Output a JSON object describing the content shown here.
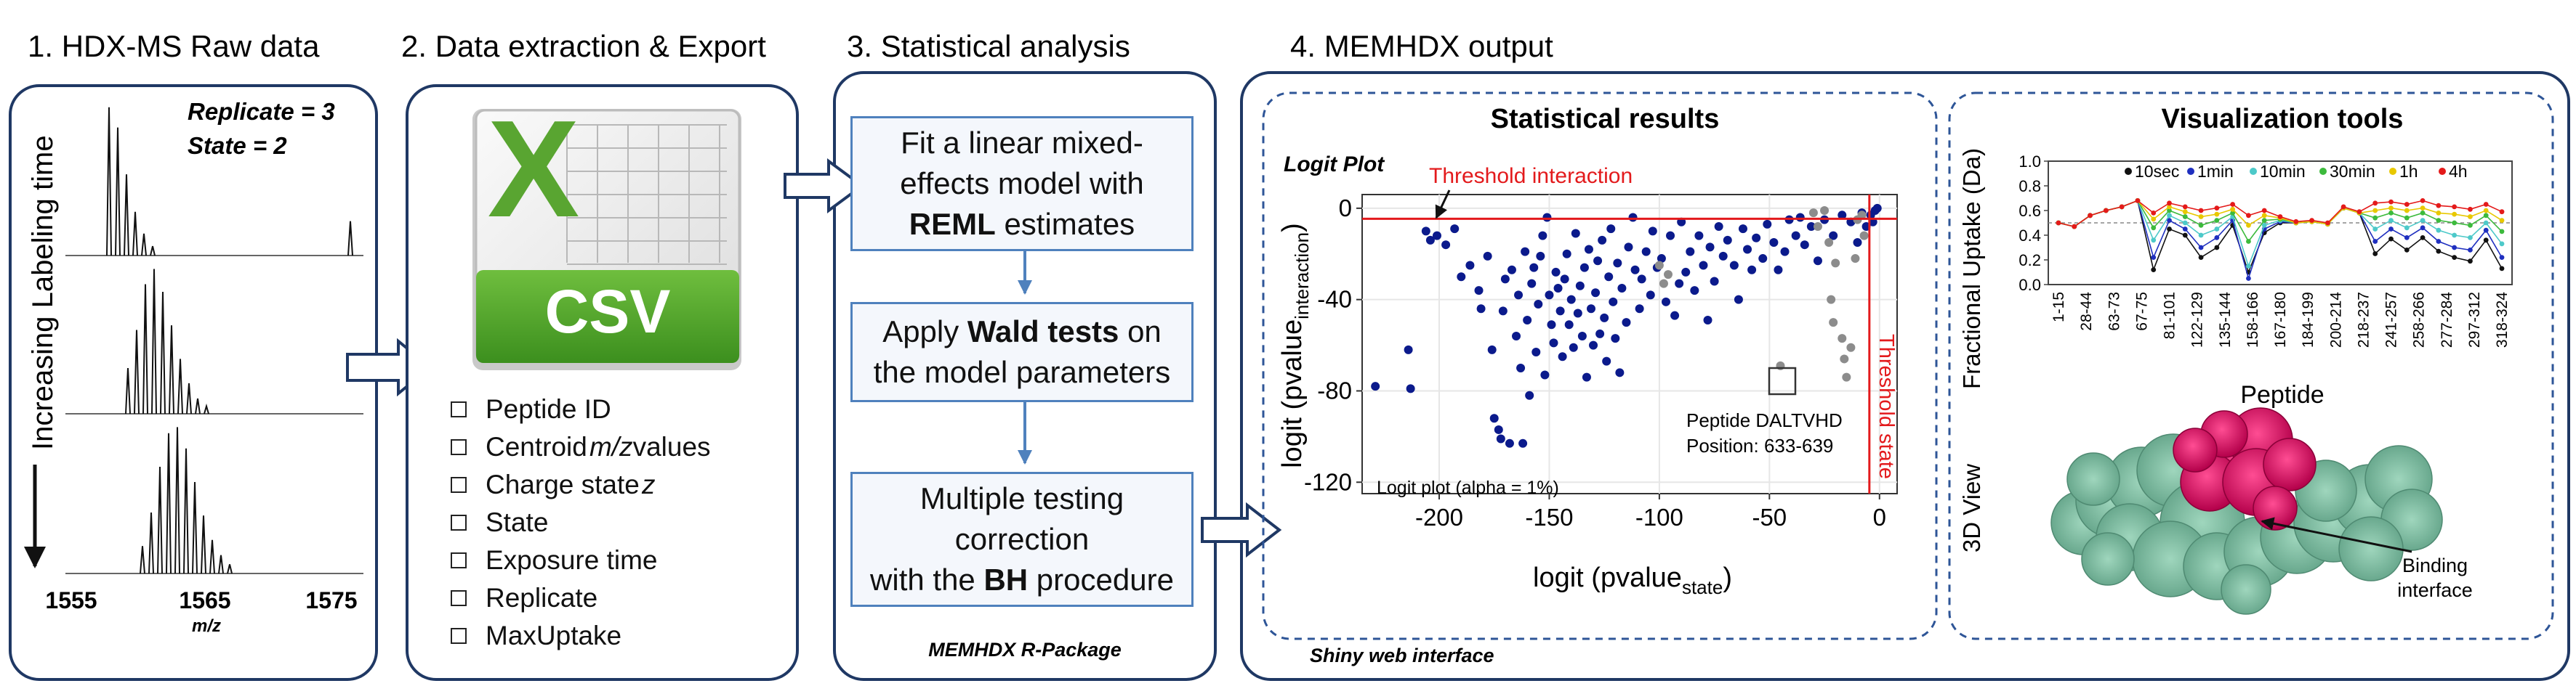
{
  "panel1": {
    "title": "1. HDX-MS Raw data",
    "replicate": "Replicate = 3",
    "state": "State = 2",
    "time_axis": "Increasing Labeling time",
    "ticks": [
      "1555",
      "1565",
      "1575"
    ],
    "xlabel": "m/z"
  },
  "panel2": {
    "title": "2. Data extraction & Export",
    "csv": "CSV",
    "fields": [
      {
        "pre": "Peptide ID",
        "it": "",
        "post": ""
      },
      {
        "pre": "Centroid ",
        "it": "m/z",
        "post": " values"
      },
      {
        "pre": "Charge state ",
        "it": "z",
        "post": ""
      },
      {
        "pre": "State",
        "it": "",
        "post": ""
      },
      {
        "pre": "Exposure time",
        "it": "",
        "post": ""
      },
      {
        "pre": "Replicate",
        "it": "",
        "post": ""
      },
      {
        "pre": "MaxUptake",
        "it": "",
        "post": ""
      }
    ]
  },
  "panel3": {
    "title": "3. Statistical analysis",
    "step1": {
      "line1": "Fit a linear mixed-",
      "line2": "effects model with",
      "bold": "REML",
      "after": " estimates"
    },
    "step2": {
      "before": "Apply ",
      "bold": "Wald tests",
      "after": " on",
      "line2": "the model parameters"
    },
    "step3": {
      "line1": "Multiple testing",
      "line2": "correction",
      "before": "with the ",
      "bold": "BH",
      "after": " procedure"
    },
    "footer": "MEMHDX R-Package"
  },
  "panel4": {
    "title": "4. MEMHDX output",
    "footer": "Shiny web interface",
    "stats_title": "Statistical results",
    "viz_title": "Visualization tools"
  },
  "logit_plot": {
    "label": "Logit Plot",
    "threshold_interaction": "Threshold interaction",
    "threshold_state": "Threshold state",
    "peptide_name": "Peptide DALTVHD",
    "peptide_pos": "Position: 633-639",
    "alpha_note": "Logit plot (alpha = 1%)",
    "xlabel_main": "logit (pvalue",
    "xlabel_sub": "state",
    "ylabel_main": "logit (pvalue",
    "ylabel_sub": "interaction",
    "xticks": [
      "-200",
      "-150",
      "-100",
      "-50",
      "0"
    ],
    "yticks": [
      "0",
      "-40",
      "-80",
      "-120"
    ]
  },
  "uptake_plot": {
    "ylabel": "Fractional Uptake (Da)",
    "xlabel": "Peptide",
    "yticks": [
      "1.0",
      "0.8",
      "0.6",
      "0.4",
      "0.2",
      "0.0"
    ],
    "peptides": [
      "1-15",
      "28-44",
      "63-73",
      "67-75",
      "81-101",
      "122-129",
      "135-144",
      "158-166",
      "167-180",
      "184-199",
      "200-214",
      "218-237",
      "241-257",
      "258-266",
      "277-284",
      "297-312",
      "318-324"
    ]
  },
  "view3d": {
    "label": "3D View",
    "binding_line1": "Binding",
    "binding_line2": "interface"
  },
  "chart_data": [
    {
      "type": "scatter",
      "title": "Logit Plot",
      "xlabel": "logit (pvalue state)",
      "ylabel": "logit (pvalue interaction)",
      "xlim": [
        -235,
        8
      ],
      "ylim": [
        -125,
        6
      ],
      "thresholds": {
        "x": -4.6,
        "y": -4.6
      },
      "series": [
        {
          "color": "#0b1a8c",
          "points": [
            [
              -229,
              -78
            ],
            [
              -214,
              -62
            ],
            [
              -213,
              -79
            ],
            [
              -206,
              -10
            ],
            [
              -204,
              -14
            ],
            [
              -201,
              -12
            ],
            [
              -197,
              -16
            ],
            [
              -193,
              -9
            ],
            [
              -190,
              -30
            ],
            [
              -186,
              -25
            ],
            [
              -182,
              -36
            ],
            [
              -181,
              -44
            ],
            [
              -178,
              -21
            ],
            [
              -176,
              -62
            ],
            [
              -175,
              -92
            ],
            [
              -173,
              -97
            ],
            [
              -172,
              -101
            ],
            [
              -171,
              -45
            ],
            [
              -170,
              -31
            ],
            [
              -168,
              -103
            ],
            [
              -167,
              -27
            ],
            [
              -165,
              -56
            ],
            [
              -164,
              -38
            ],
            [
              -163,
              -70
            ],
            [
              -162,
              -103
            ],
            [
              -161,
              -19
            ],
            [
              -160,
              -49
            ],
            [
              -159,
              -82
            ],
            [
              -158,
              -33
            ],
            [
              -157,
              -26
            ],
            [
              -156,
              -63
            ],
            [
              -155,
              -42
            ],
            [
              -154,
              -21
            ],
            [
              -153,
              -12
            ],
            [
              -152,
              -73
            ],
            [
              -151,
              -4
            ],
            [
              -150,
              -38
            ],
            [
              -149,
              -51
            ],
            [
              -148,
              -59
            ],
            [
              -147,
              -28
            ],
            [
              -146,
              -35
            ],
            [
              -145,
              -45
            ],
            [
              -144,
              -65
            ],
            [
              -143,
              -31
            ],
            [
              -142,
              -20
            ],
            [
              -141,
              -51
            ],
            [
              -140,
              -40
            ],
            [
              -139,
              -61
            ],
            [
              -138,
              -11
            ],
            [
              -137,
              -46
            ],
            [
              -136,
              -34
            ],
            [
              -135,
              -56
            ],
            [
              -134,
              -26
            ],
            [
              -133,
              -74
            ],
            [
              -132,
              -18
            ],
            [
              -131,
              -44
            ],
            [
              -130,
              -60
            ],
            [
              -129,
              -37
            ],
            [
              -128,
              -23
            ],
            [
              -127,
              -55
            ],
            [
              -126,
              -14
            ],
            [
              -125,
              -48
            ],
            [
              -124,
              -67
            ],
            [
              -123,
              -30
            ],
            [
              -122,
              -9
            ],
            [
              -121,
              -41
            ],
            [
              -120,
              -57
            ],
            [
              -119,
              -24
            ],
            [
              -118,
              -72
            ],
            [
              -117,
              -35
            ],
            [
              -115,
              -50
            ],
            [
              -114,
              -17
            ],
            [
              -112,
              -4
            ],
            [
              -111,
              -27
            ],
            [
              -109,
              -44
            ],
            [
              -108,
              -31
            ],
            [
              -106,
              -19
            ],
            [
              -104,
              -38
            ],
            [
              -103,
              -10
            ],
            [
              -101,
              -26
            ],
            [
              -99,
              -22
            ],
            [
              -97,
              -41
            ],
            [
              -95,
              -12
            ],
            [
              -93,
              -47
            ],
            [
              -91,
              -33
            ],
            [
              -90,
              -6
            ],
            [
              -88,
              -28
            ],
            [
              -86,
              -19
            ],
            [
              -84,
              -36
            ],
            [
              -82,
              -12
            ],
            [
              -80,
              -25
            ],
            [
              -78,
              -49
            ],
            [
              -77,
              -17
            ],
            [
              -75,
              -32
            ],
            [
              -73,
              -8
            ],
            [
              -71,
              -21
            ],
            [
              -69,
              -14
            ],
            [
              -66,
              -25
            ],
            [
              -64,
              -40
            ],
            [
              -62,
              -9
            ],
            [
              -60,
              -18
            ],
            [
              -58,
              -27
            ],
            [
              -56,
              -13
            ],
            [
              -53,
              -22
            ],
            [
              -51,
              -7
            ],
            [
              -48,
              -15
            ],
            [
              -46,
              -27
            ],
            [
              -43,
              -19
            ],
            [
              -41,
              -5
            ],
            [
              -38,
              -12
            ],
            [
              -36,
              -4
            ],
            [
              -34,
              -16
            ],
            [
              -31,
              -8
            ],
            [
              -28,
              -23
            ],
            [
              -25,
              -5
            ],
            [
              -21,
              -12
            ],
            [
              -17,
              -3
            ],
            [
              -13,
              -6
            ],
            [
              -10,
              -15
            ],
            [
              -8,
              -2
            ],
            [
              -6,
              -8
            ],
            [
              -4,
              -3
            ],
            [
              -3,
              -6
            ],
            [
              -2,
              -1
            ],
            [
              -1,
              0
            ]
          ]
        },
        {
          "color": "#8c8c8c",
          "points": [
            [
              -100,
              -25
            ],
            [
              -98,
              -33
            ],
            [
              -96,
              -29
            ],
            [
              -45,
              -69
            ],
            [
              -30,
              -2
            ],
            [
              -28,
              -8
            ],
            [
              -25,
              -1
            ],
            [
              -23,
              -15
            ],
            [
              -22,
              -40
            ],
            [
              -21,
              -50
            ],
            [
              -20,
              -24
            ],
            [
              -17,
              -57
            ],
            [
              -16,
              -66
            ],
            [
              -15,
              -74
            ],
            [
              -13,
              -61
            ],
            [
              -11,
              -22
            ],
            [
              -10,
              -5
            ],
            [
              -8,
              -3
            ],
            [
              -7,
              -12
            ]
          ]
        }
      ]
    },
    {
      "type": "line",
      "title": "",
      "xlabel": "Peptide",
      "ylabel": "Fractional Uptake (Da)",
      "ylim": [
        0,
        1
      ],
      "categories": [
        "1-15",
        "28-44",
        "63-73",
        "67-75",
        "81-101",
        "122-129",
        "135-144",
        "158-166",
        "167-180",
        "184-199",
        "200-214",
        "218-237",
        "241-257",
        "258-266",
        "277-284",
        "297-312",
        "318-324"
      ],
      "legend_position": "top",
      "series": [
        {
          "name": "10sec",
          "color": "#111111",
          "values": [
            0.5,
            0.47,
            0.56,
            0.6,
            0.63,
            0.68,
            0.12,
            0.45,
            0.4,
            0.22,
            0.3,
            0.48,
            0.1,
            0.42,
            0.5,
            0.5,
            0.51,
            0.49,
            0.62,
            0.58,
            0.25,
            0.37,
            0.28,
            0.38,
            0.27,
            0.22,
            0.19,
            0.36,
            0.13
          ]
        },
        {
          "name": "1min",
          "color": "#1f2fbf",
          "values": [
            0.5,
            0.47,
            0.56,
            0.6,
            0.63,
            0.68,
            0.22,
            0.52,
            0.45,
            0.3,
            0.38,
            0.52,
            0.05,
            0.45,
            0.51,
            0.5,
            0.51,
            0.49,
            0.62,
            0.58,
            0.35,
            0.45,
            0.38,
            0.46,
            0.35,
            0.3,
            0.28,
            0.44,
            0.22
          ]
        },
        {
          "name": "10min",
          "color": "#4dc9c9",
          "values": [
            0.5,
            0.47,
            0.56,
            0.6,
            0.63,
            0.68,
            0.36,
            0.56,
            0.5,
            0.4,
            0.45,
            0.55,
            0.15,
            0.48,
            0.52,
            0.5,
            0.51,
            0.49,
            0.62,
            0.58,
            0.45,
            0.52,
            0.46,
            0.52,
            0.44,
            0.4,
            0.38,
            0.5,
            0.33
          ]
        },
        {
          "name": "30min",
          "color": "#3cba3c",
          "values": [
            0.5,
            0.47,
            0.56,
            0.6,
            0.63,
            0.68,
            0.46,
            0.6,
            0.55,
            0.48,
            0.52,
            0.58,
            0.35,
            0.52,
            0.53,
            0.5,
            0.51,
            0.49,
            0.62,
            0.58,
            0.54,
            0.58,
            0.54,
            0.58,
            0.52,
            0.5,
            0.48,
            0.56,
            0.43
          ]
        },
        {
          "name": "1h",
          "color": "#e8c800",
          "values": [
            0.5,
            0.47,
            0.56,
            0.6,
            0.63,
            0.68,
            0.53,
            0.63,
            0.59,
            0.55,
            0.57,
            0.61,
            0.48,
            0.56,
            0.54,
            0.5,
            0.51,
            0.49,
            0.62,
            0.58,
            0.6,
            0.62,
            0.6,
            0.62,
            0.58,
            0.57,
            0.55,
            0.6,
            0.52
          ]
        },
        {
          "name": "4h",
          "color": "#e41a1a",
          "values": [
            0.5,
            0.47,
            0.56,
            0.6,
            0.63,
            0.68,
            0.58,
            0.66,
            0.63,
            0.6,
            0.62,
            0.65,
            0.56,
            0.6,
            0.55,
            0.51,
            0.52,
            0.5,
            0.63,
            0.59,
            0.66,
            0.67,
            0.65,
            0.68,
            0.64,
            0.63,
            0.61,
            0.65,
            0.59
          ]
        }
      ]
    }
  ]
}
